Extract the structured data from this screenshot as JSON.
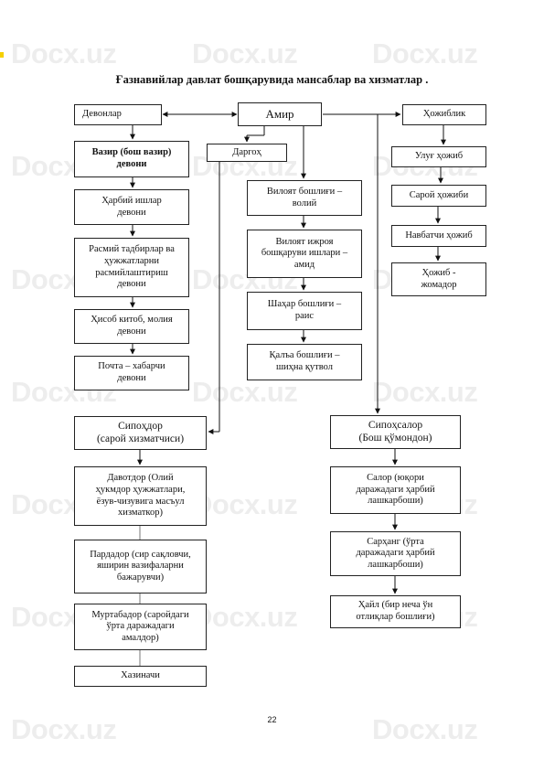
{
  "title": "Ғазнавийлар давлат бошқарувида мансаблар ва хизматлар .",
  "watermark": "Docx.uz",
  "page_number": "22",
  "center": {
    "amir": "Амир"
  },
  "left_column": {
    "header": "Девонлар",
    "items": [
      "Вазир (бош вазир)\nдевони",
      "Ҳарбий ишлар\nдевони",
      "Расмий тадбирлар ва\nҳужжатларни\nрасмийлаштириш\nдевони",
      "Ҳисоб китоб, молия\nдевони",
      "Почта – хабарчи\nдевони"
    ]
  },
  "dargoh": "Даргоҳ",
  "middle_column": [
    "Вилоят бошлиғи –\nволий",
    "Вилоят ижроя\nбошқаруви ишлари –\nамид",
    "Шаҳар бошлиғи –\nраис",
    "Қалъа бошлиғи –\nшиҳна қутвол"
  ],
  "right_column": {
    "header": "Ҳожиблик",
    "items": [
      "Улуғ ҳожиб",
      "Сарой ҳожиби",
      "Навбатчи ҳожиб",
      "Ҳожиб -\nжомадор"
    ]
  },
  "sipohdor": {
    "header": "Сипоҳдор\n(сарой хизматчиси)",
    "items": [
      "Давотдор (Олий\nҳукмдор ҳужжатлари,\nёзув-чизувига масъул\nхизматкор)",
      "Пардадор (сир сақловчи,\nяширин вазифаларни\nбажарувчи)",
      "Муртабадор (саройдаги\nўрта даражадаги\nамалдор)",
      "Хазиначи"
    ]
  },
  "sipohsalor": {
    "header": "Сипоҳсалор\n(Бош қўмондон)",
    "items": [
      "Салор (юқори\nдаражадаги ҳарбий\nлашкарбоши)",
      "Сарҳанг (ўрта\nдаражадаги ҳарбий\nлашкарбоши)",
      "Ҳайл (бир неча ўн\nотлиқлар бошлиғи)"
    ]
  }
}
